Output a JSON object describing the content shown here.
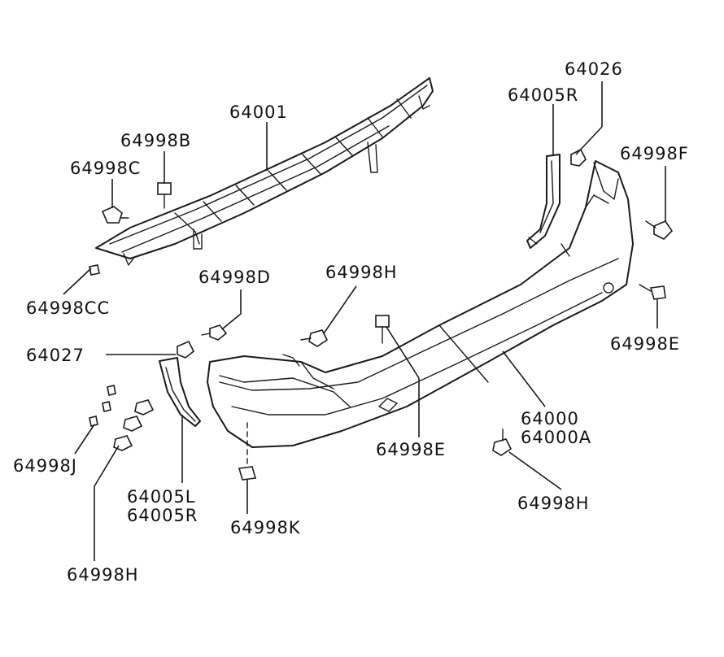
{
  "labels": {
    "p64026": "64026",
    "p64005R_top": "64005R",
    "p64001": "64001",
    "p64998B": "64998B",
    "p64998F": "64998F",
    "p64998C": "64998C",
    "p64998CC": "64998CC",
    "p64998D": "64998D",
    "p64998H_mid": "64998H",
    "p64998E_right": "64998E",
    "p64027": "64027",
    "p64000": "64000",
    "p64000A": "64000A",
    "p64998E_bottom": "64998E",
    "p64998J": "64998J",
    "p64998H_right": "64998H",
    "p64005L": "64005L",
    "p64005R_bottom": "64005R",
    "p64998K": "64998K",
    "p64998H_bottom": "64998H"
  }
}
